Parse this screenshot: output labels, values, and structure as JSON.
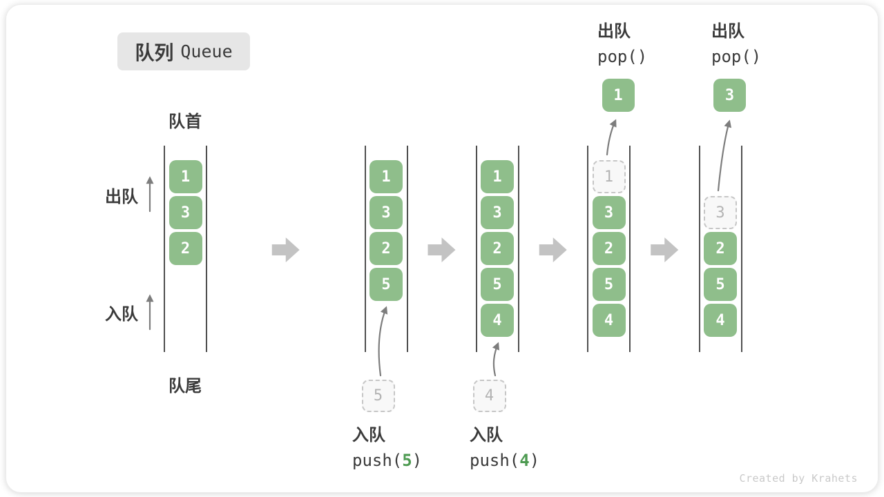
{
  "title": {
    "zh": "队列",
    "en": "Queue"
  },
  "side_labels": {
    "front": "队首",
    "rear": "队尾",
    "dequeue": "出队",
    "enqueue": "入队"
  },
  "watermark": "Created by Krahets",
  "colors": {
    "box_green": "#8fbe8b",
    "box_text": "#ffffff",
    "accent_green": "#4d9a51",
    "dashed_border": "#c6c6c6",
    "dashed_bg": "#f8f8f8",
    "dashed_text": "#b3b3b3",
    "rail_line": "#4f4f4f",
    "text_dark": "#3a3a3a",
    "block_arrow": "#c3c3c3",
    "thin_arrow": "#7d7d7d",
    "badge_bg": "#e6e6e6",
    "watermark_color": "#c9c9c9"
  },
  "columns": [
    {
      "name": "state-1-initial",
      "slots": [
        {
          "slot": 1,
          "value": "1",
          "style": "filled"
        },
        {
          "slot": 2,
          "value": "3",
          "style": "filled"
        },
        {
          "slot": 3,
          "value": "2",
          "style": "filled"
        }
      ]
    },
    {
      "name": "state-2-push-5",
      "slots": [
        {
          "slot": 1,
          "value": "1",
          "style": "filled"
        },
        {
          "slot": 2,
          "value": "3",
          "style": "filled"
        },
        {
          "slot": 3,
          "value": "2",
          "style": "filled"
        },
        {
          "slot": 4,
          "value": "5",
          "style": "filled"
        }
      ],
      "pending": {
        "value": "5"
      },
      "action": {
        "label": "入队",
        "code_prefix": "push(",
        "code_arg": "5",
        "code_suffix": ")"
      }
    },
    {
      "name": "state-3-push-4",
      "slots": [
        {
          "slot": 1,
          "value": "1",
          "style": "filled"
        },
        {
          "slot": 2,
          "value": "3",
          "style": "filled"
        },
        {
          "slot": 3,
          "value": "2",
          "style": "filled"
        },
        {
          "slot": 4,
          "value": "5",
          "style": "filled"
        },
        {
          "slot": 5,
          "value": "4",
          "style": "filled"
        }
      ],
      "pending": {
        "value": "4"
      },
      "action": {
        "label": "入队",
        "code_prefix": "push(",
        "code_arg": "4",
        "code_suffix": ")"
      }
    },
    {
      "name": "state-4-pop-1",
      "slots": [
        {
          "slot": 1,
          "value": "1",
          "style": "dashed"
        },
        {
          "slot": 2,
          "value": "3",
          "style": "filled"
        },
        {
          "slot": 3,
          "value": "2",
          "style": "filled"
        },
        {
          "slot": 4,
          "value": "5",
          "style": "filled"
        },
        {
          "slot": 5,
          "value": "4",
          "style": "filled"
        }
      ],
      "popped": {
        "value": "1"
      },
      "action": {
        "label": "出队",
        "code_prefix": "pop()",
        "code_arg": "",
        "code_suffix": ""
      }
    },
    {
      "name": "state-5-pop-3",
      "slots": [
        {
          "slot": 2,
          "value": "3",
          "style": "dashed"
        },
        {
          "slot": 3,
          "value": "2",
          "style": "filled"
        },
        {
          "slot": 4,
          "value": "5",
          "style": "filled"
        },
        {
          "slot": 5,
          "value": "4",
          "style": "filled"
        }
      ],
      "popped": {
        "value": "3"
      },
      "action": {
        "label": "出队",
        "code_prefix": "pop()",
        "code_arg": "",
        "code_suffix": ""
      }
    }
  ]
}
